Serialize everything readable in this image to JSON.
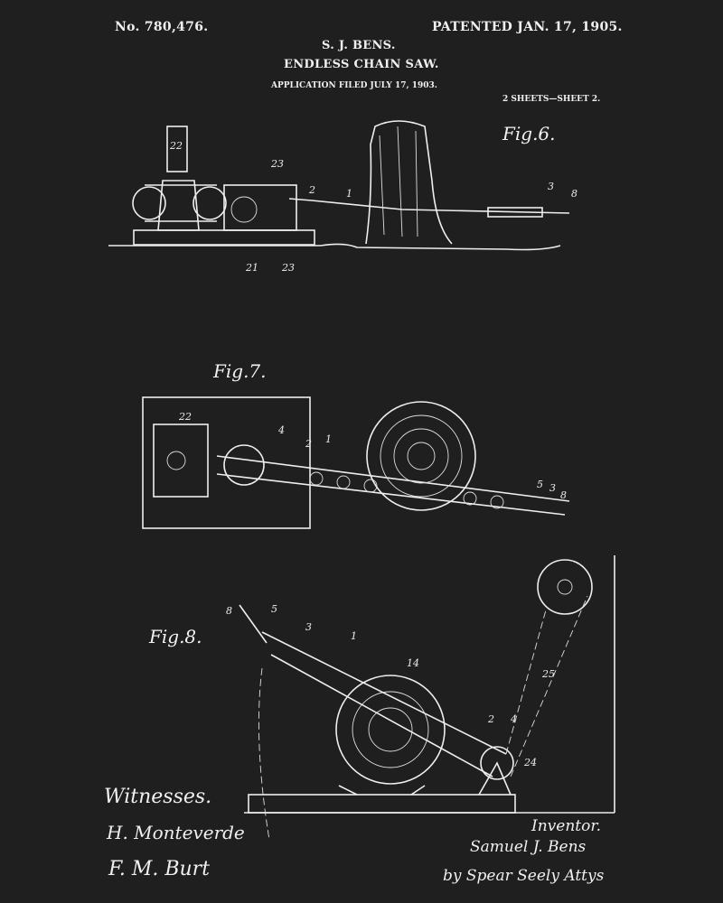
{
  "header": {
    "patent_number": "No. 780,476.",
    "patent_date": "PATENTED JAN. 17, 1905.",
    "inventor_name": "S. J. BENS.",
    "title": "ENDLESS CHAIN SAW.",
    "application": "APPLICATION FILED JULY 17, 1903.",
    "sheets": "2 SHEETS—SHEET 2."
  },
  "figures": {
    "fig6": {
      "label": "Fig.6.",
      "refs": [
        "22",
        "23",
        "2",
        "1",
        "3",
        "8",
        "21",
        "23"
      ]
    },
    "fig7": {
      "label": "Fig.7.",
      "refs": [
        "22",
        "4",
        "2",
        "1",
        "5",
        "3",
        "8"
      ]
    },
    "fig8": {
      "label": "Fig.8.",
      "refs": [
        "8",
        "5",
        "3",
        "1",
        "14",
        "2",
        "4",
        "25",
        "24"
      ]
    }
  },
  "footer": {
    "witnesses_label": "Witnesses.",
    "witness_1": "H. Monteverde",
    "witness_2": "F. M. Burt",
    "inventor_label": "Inventor.",
    "inventor_signature": "Samuel J. Bens",
    "attorney_signature": "by Spear Seely Attys"
  }
}
